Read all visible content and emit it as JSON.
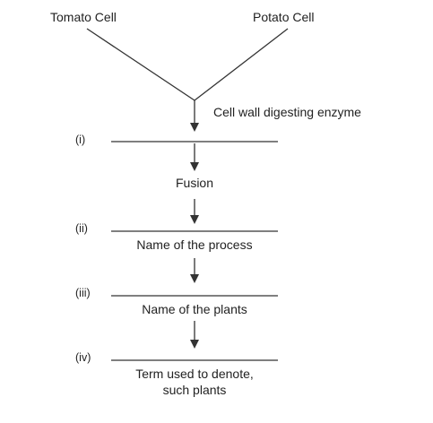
{
  "sources": {
    "left": "Tomato Cell",
    "right": "Potato Cell"
  },
  "enzyme_label": "Cell wall digesting enzyme",
  "steps": [
    {
      "marker": "(i)",
      "caption": ""
    },
    {
      "marker": "(ii)",
      "caption": "Name of the process"
    },
    {
      "marker": "(iii)",
      "caption": "Name of the plants"
    },
    {
      "marker": "(iv)",
      "caption_line1": "Term used to denote,",
      "caption_line2": "such plants"
    }
  ],
  "fusion_label": "Fusion"
}
